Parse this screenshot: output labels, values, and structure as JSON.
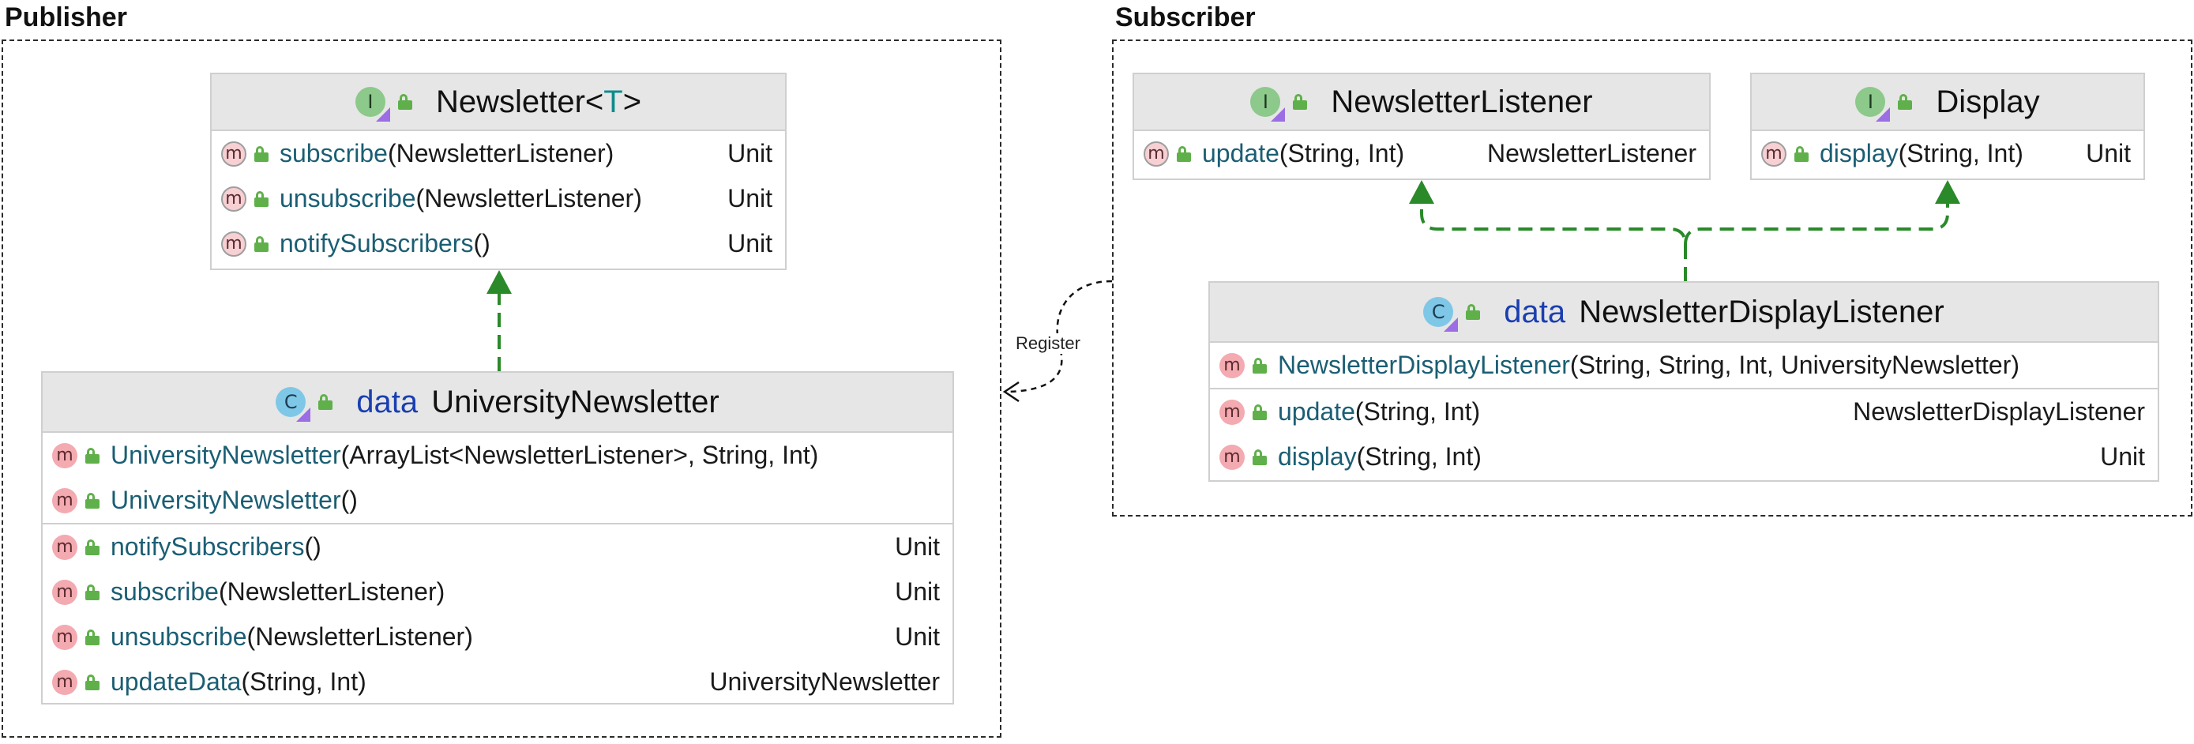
{
  "groups": {
    "publisher": "Publisher",
    "subscriber": "Subscriber"
  },
  "newsletter": {
    "name": "Newsletter",
    "type_param": "T",
    "methods": [
      {
        "name": "subscribe",
        "params": "(NewsletterListener)",
        "ret": "Unit"
      },
      {
        "name": "unsubscribe",
        "params": "(NewsletterListener)",
        "ret": "Unit"
      },
      {
        "name": "notifySubscribers",
        "params": "()",
        "ret": "Unit"
      }
    ]
  },
  "university": {
    "keyword": "data",
    "name": "UniversityNewsletter",
    "constructors": [
      {
        "name": "UniversityNewsletter",
        "params": "(ArrayList<NewsletterListener>, String, Int)"
      },
      {
        "name": "UniversityNewsletter",
        "params": "()"
      }
    ],
    "methods": [
      {
        "name": "notifySubscribers",
        "params": "()",
        "ret": "Unit"
      },
      {
        "name": "subscribe",
        "params": "(NewsletterListener)",
        "ret": "Unit"
      },
      {
        "name": "unsubscribe",
        "params": "(NewsletterListener)",
        "ret": "Unit"
      },
      {
        "name": "updateData",
        "params": "(String, Int)",
        "ret": "UniversityNewsletter"
      }
    ]
  },
  "listener": {
    "name": "NewsletterListener",
    "methods": [
      {
        "name": "update",
        "params": "(String, Int)",
        "ret": "NewsletterListener"
      }
    ]
  },
  "display": {
    "name": "Display",
    "methods": [
      {
        "name": "display",
        "params": "(String, Int)",
        "ret": "Unit"
      }
    ]
  },
  "displayListener": {
    "keyword": "data",
    "name": "NewsletterDisplayListener",
    "constructors": [
      {
        "name": "NewsletterDisplayListener",
        "params": "(String, String, Int, UniversityNewsletter)"
      }
    ],
    "methods": [
      {
        "name": "update",
        "params": "(String, Int)",
        "ret": "NewsletterDisplayListener"
      },
      {
        "name": "display",
        "params": "(String, Int)",
        "ret": "Unit"
      }
    ]
  },
  "edges": {
    "register_label": "Register"
  },
  "icons": {
    "class": "class-icon",
    "interface": "interface-icon",
    "method": "method-icon",
    "visibility": "public-lock-icon"
  },
  "colors": {
    "header_bg": "#e6e6e6",
    "keyword": "#1a3fb0",
    "member_name": "#1b5e73",
    "realization_arrow": "#2a8a2a"
  }
}
